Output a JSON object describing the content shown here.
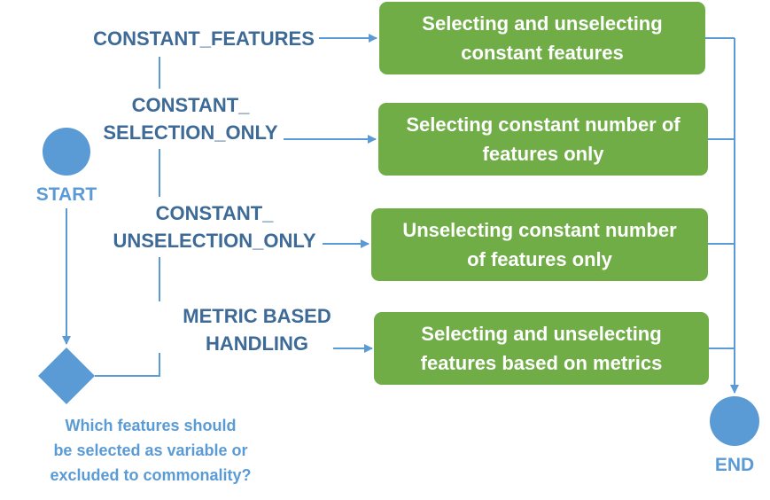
{
  "nodes": {
    "start_label": "START",
    "end_label": "END",
    "decision_question": [
      "Which features should",
      "be selected as variable or",
      "excluded to commonality?"
    ]
  },
  "options": [
    {
      "condition": [
        "CONSTANT_FEATURES"
      ],
      "action": [
        "Selecting and unselecting",
        "constant features"
      ]
    },
    {
      "condition": [
        "CONSTANT_",
        "SELECTION_ONLY"
      ],
      "action": [
        "Selecting constant number of",
        "features only"
      ]
    },
    {
      "condition": [
        "CONSTANT_",
        "UNSELECTION_ONLY"
      ],
      "action": [
        "Unselecting constant number",
        "of features only"
      ]
    },
    {
      "condition": [
        "METRIC BASED",
        "HANDLING"
      ],
      "action": [
        "Selecting and unselecting",
        "features based on metrics"
      ]
    }
  ],
  "colors": {
    "node_fill": "#5b9bd5",
    "box_fill": "#70ad47",
    "connector": "#5b9bd5",
    "condition_text": "#3d6a96"
  }
}
